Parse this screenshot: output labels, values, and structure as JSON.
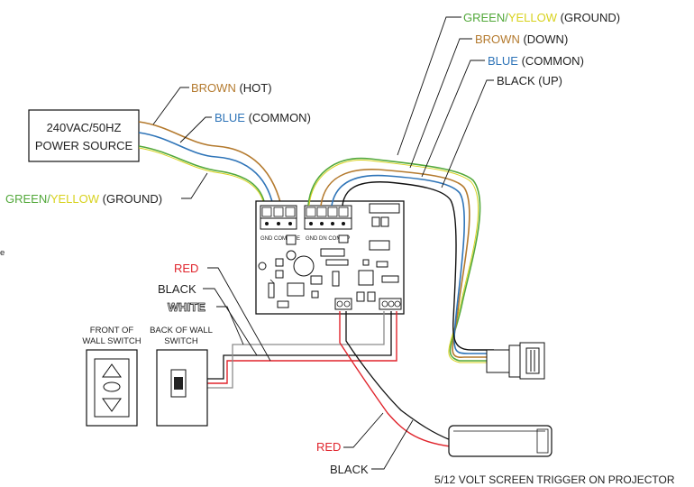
{
  "colors": {
    "brown": "#b47a2e",
    "blue": "#2e74b8",
    "green": "#52a83a",
    "yellow": "#d8d21e",
    "red": "#e0242c",
    "black": "#111111",
    "gray": "#8c8c8c"
  },
  "labels": {
    "power_source_line1": "240VAC/50HZ",
    "power_source_line2": "POWER SOURCE",
    "brown_hot_color": "BROWN",
    "brown_hot_desc": " (HOT)",
    "blue_common_left_color": "BLUE",
    "blue_common_left_desc": " (COMMON)",
    "gy_ground_left_green": "GREEN/",
    "gy_ground_left_yellow": "YELLOW",
    "gy_ground_left_desc": " (GROUND)",
    "gy_ground_right_green": "GREEN/",
    "gy_ground_right_yellow": "YELLOW",
    "gy_ground_right_desc": " (GROUND)",
    "brown_down_color": "BROWN",
    "brown_down_desc": " (DOWN)",
    "blue_common_right_color": "BLUE",
    "blue_common_right_desc": " (COMMON)",
    "black_up": "BLACK (UP)",
    "red_top": "RED",
    "black_top": "BLACK",
    "white_top": "WHITE",
    "front_switch_line1": "FRONT OF",
    "front_switch_line2": "WALL SWITCH",
    "back_switch_line1": "BACK OF WALL",
    "back_switch_line2": "SWITCH",
    "red_bottom": "RED",
    "black_bottom": "BLACK",
    "trigger_caption": "5/12 VOLT SCREEN TRIGGER ON PROJECTOR",
    "edge_letter": "e",
    "term_left": "GND COM LINE",
    "term_right": "GND DN COM UP"
  }
}
